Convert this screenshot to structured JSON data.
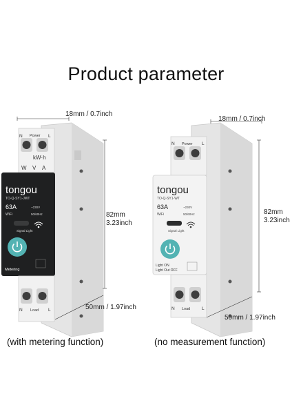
{
  "page": {
    "title": "Product parameter"
  },
  "products": [
    {
      "brand": "tongou",
      "model": "TO-Q-SY1-JWT",
      "current": "63A",
      "voltage": "~230V",
      "wifi": "WiFi",
      "frequency": "50/60Hz",
      "signal_label": "Signal Light",
      "mode_label": "Metering",
      "power_label": "Power",
      "load_label": "Load",
      "terminal_n": "N",
      "terminal_l": "L",
      "kwh_label": "kW·h",
      "meter_labels": [
        "W",
        "V",
        "A"
      ],
      "width_dim": "18mm / 0.7inch",
      "height_dim_mm": "82mm",
      "height_dim_in": "3.23inch",
      "depth_dim": "50mm / 1.97inch",
      "caption": "(with metering function)",
      "face_color": "#1f2021",
      "button_color": "#53b3b3"
    },
    {
      "brand": "tongou",
      "model": "TO-Q-SY1-WT",
      "current": "63A",
      "voltage": "~230V",
      "wifi": "WiFi",
      "frequency": "50/60Hz",
      "signal_label": "Signal Light",
      "light_on": "Light ON",
      "light_off": "Light Out OFF",
      "power_label": "Power",
      "load_label": "Load",
      "terminal_n": "N",
      "terminal_l": "L",
      "width_dim": "18mm / 0.7inch",
      "height_dim_mm": "82mm",
      "height_dim_in": "3.23inch",
      "depth_dim": "50mm / 1.97inch",
      "caption": "(no measurement function)",
      "face_color": "#f3f3f3",
      "button_color": "#53b3b3"
    }
  ]
}
